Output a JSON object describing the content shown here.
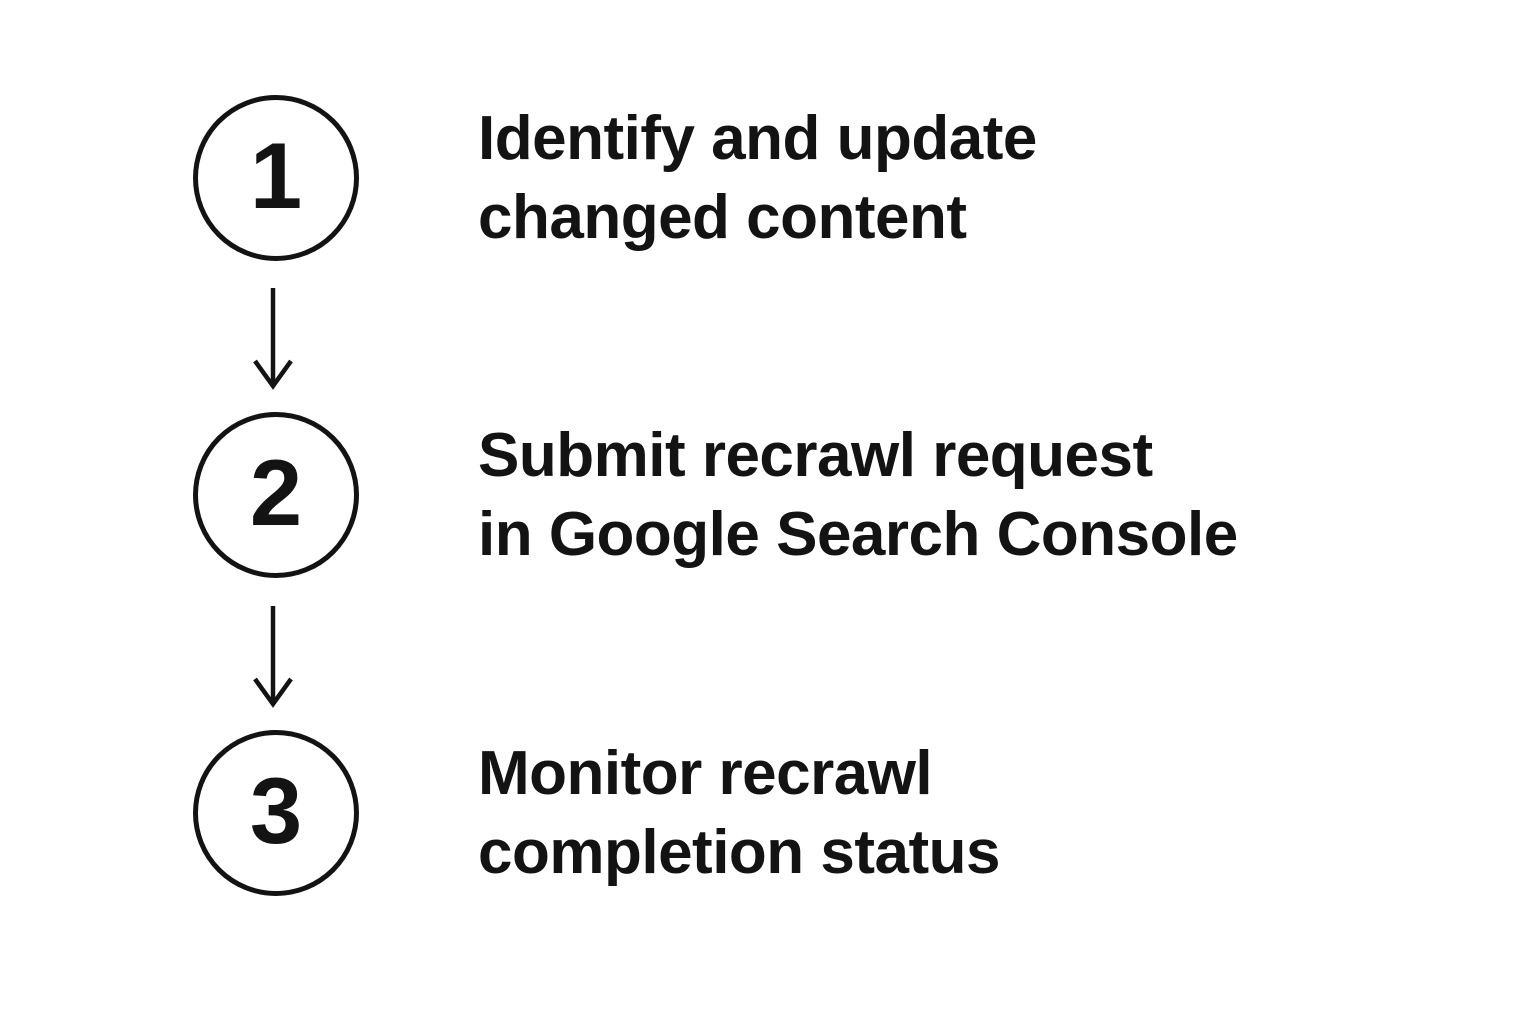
{
  "diagram": {
    "type": "vertical-step-flow",
    "steps": [
      {
        "number": "1",
        "line1": "Identify and update",
        "line2": "changed content"
      },
      {
        "number": "2",
        "line1": "Submit recrawl request",
        "line2": "in Google Search Console"
      },
      {
        "number": "3",
        "line1": "Monitor recrawl",
        "line2": "completion status"
      }
    ],
    "connectors": [
      {
        "from": "1",
        "to": "2",
        "icon": "arrow-down-icon"
      },
      {
        "from": "2",
        "to": "3",
        "icon": "arrow-down-icon"
      }
    ],
    "colors": {
      "background": "#ffffff",
      "foreground": "#131313"
    }
  }
}
